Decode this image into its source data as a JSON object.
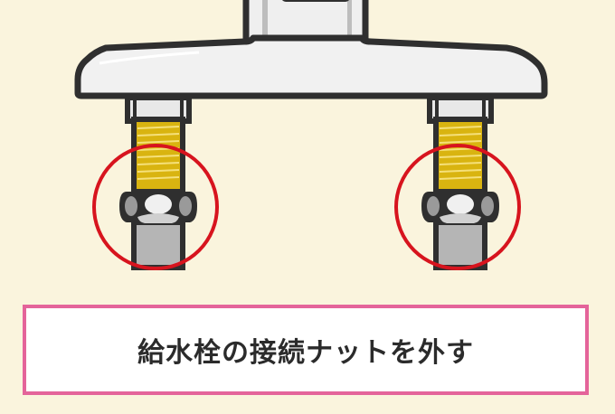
{
  "caption": {
    "text": "給水栓の接続ナットを外す",
    "border_color": "#e4649a"
  },
  "illustration": {
    "subject": "faucet-base-with-supply-pipes",
    "highlight_circles": 2,
    "colors": {
      "background": "#faf4dd",
      "outline": "#2f2f2f",
      "faucet_body": "#f0f0f0",
      "thread": "#d9b410",
      "pipe": "#b5b5b5",
      "highlight_ring": "#d7141e"
    }
  }
}
